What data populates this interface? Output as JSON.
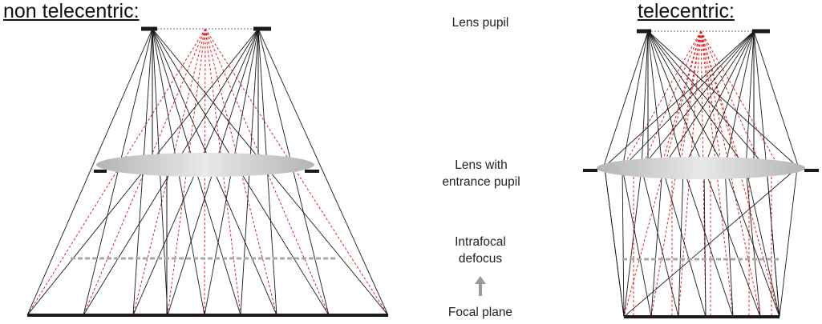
{
  "left_panel": {
    "title": "non telecentric:"
  },
  "right_panel": {
    "title": "telecentric:"
  },
  "labels": {
    "lens_pupil": "Lens pupil",
    "lens_line1": "Lens with",
    "lens_line2": "entrance pupil",
    "intrafocal_line1": "Intrafocal",
    "intrafocal_line2": "defocus",
    "focal_plane": "Focal plane"
  },
  "colors": {
    "black_ray": "#1a1a1a",
    "red_ray": "#e02020",
    "lens_fill_center": "#e8e8e8",
    "lens_fill_edge": "#b4b4b4",
    "defocus_line": "#a8a8a8",
    "arrow": "#9a9a9a"
  }
}
